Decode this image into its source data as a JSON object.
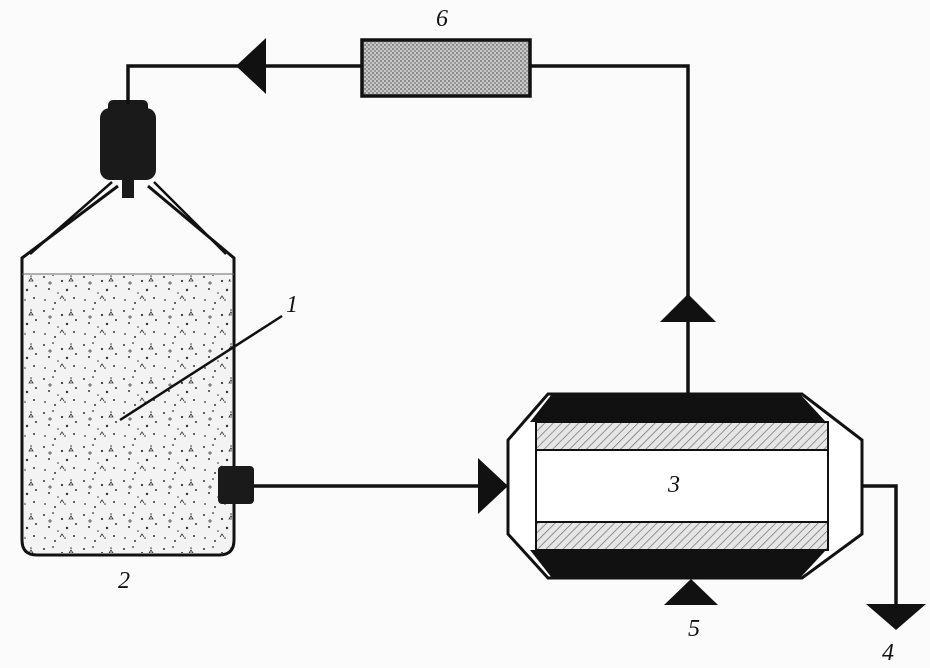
{
  "labels": {
    "medium": "1",
    "bottle": "2",
    "reactor": "3",
    "outlet": "4",
    "inlet": "5",
    "filter": "6"
  },
  "colors": {
    "ink": "#111111",
    "background": "#fbfbfb",
    "medium_fill": "#f2f2f2",
    "filter_fill": "#bdbdbd",
    "membrane_hatch": "#d0d0d0"
  },
  "icons": {
    "flow_arrow": "triangle-arrow",
    "bottle_cap": "cap",
    "port": "square-port"
  }
}
